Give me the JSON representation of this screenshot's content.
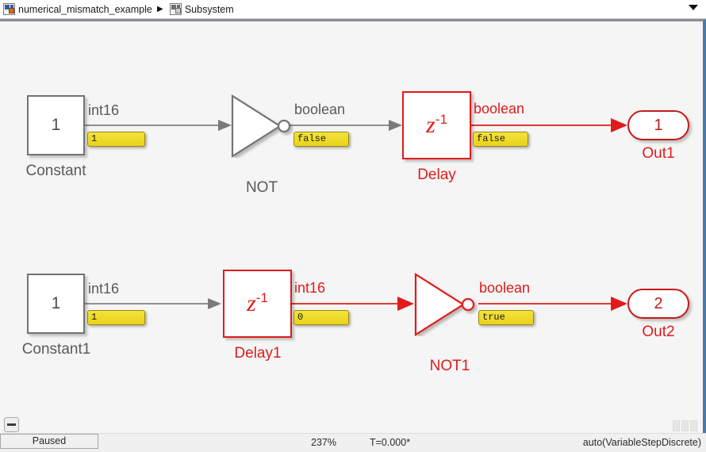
{
  "breadcrumb": {
    "items": [
      {
        "label": "numerical_mismatch_example",
        "icon": "simulink-model-icon",
        "active": true
      },
      {
        "label": "Subsystem",
        "icon": "simulink-subsystem-icon",
        "active": false
      }
    ],
    "separator": "▶",
    "dropdown_icon": "chevron-down-icon"
  },
  "canvas": {
    "rows": [
      {
        "id": "row-1",
        "constant": {
          "name": "Constant",
          "value": "1",
          "port_signal_type": "int16",
          "port_value": "1"
        },
        "middle": {
          "kind": "not",
          "name": "NOT",
          "signal_type": "boolean",
          "port_value": "false"
        },
        "second": {
          "kind": "delay",
          "name": "Delay",
          "symbol": "z",
          "exponent": "-1",
          "signal_type": "boolean",
          "port_value": "false"
        },
        "outport": {
          "name": "Out1",
          "number": "1"
        }
      },
      {
        "id": "row-2",
        "constant": {
          "name": "Constant1",
          "value": "1",
          "port_signal_type": "int16",
          "port_value": "1"
        },
        "middle": {
          "kind": "delay",
          "name": "Delay1",
          "symbol": "z",
          "exponent": "-1",
          "signal_type": "int16",
          "port_value": "0"
        },
        "second": {
          "kind": "not",
          "name": "NOT1",
          "signal_type": "boolean",
          "port_value": "true"
        },
        "outport": {
          "name": "Out2",
          "number": "2"
        }
      }
    ],
    "collapse_icon": "collapse-minimize-icon",
    "resize_grip_icon": "resize-grip-icon"
  },
  "status_bar": {
    "zoom": "237%",
    "time": "T=0.000*",
    "sim_state": "Paused",
    "solver": "auto(VariableStepDiscrete)"
  },
  "colors": {
    "highlight_red": "#e01b1b",
    "outport_red": "#c41a1a",
    "normal_gray": "#5a5a5a",
    "tooltip_yellow": "#ebd21a",
    "canvas_bg": "#f5f5f5",
    "link_blue": "#1f5fa8"
  }
}
